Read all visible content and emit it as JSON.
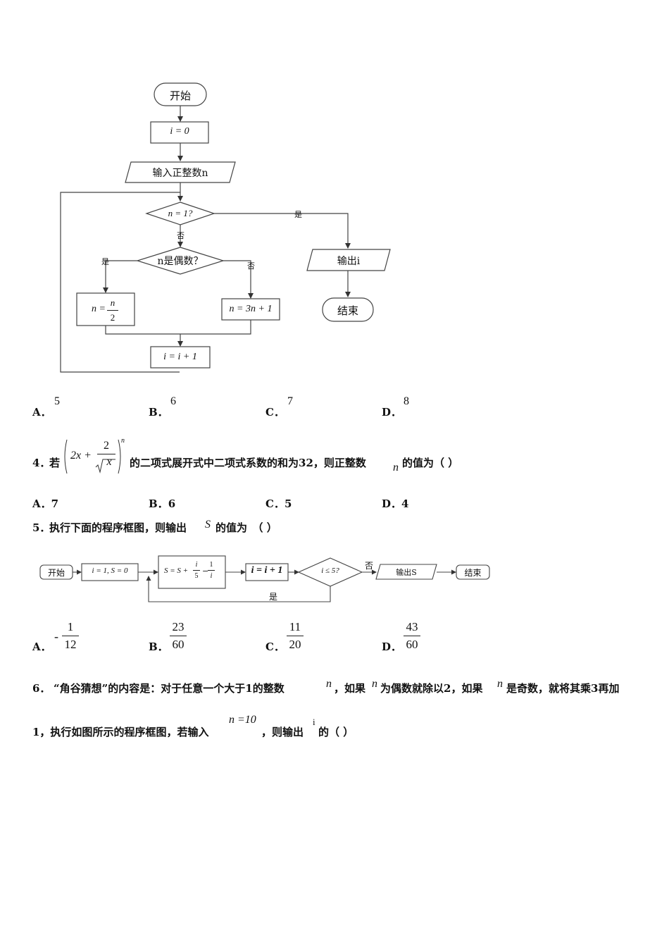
{
  "flow1": {
    "start": "开始",
    "init": "i = 0",
    "input": "输入正整数n",
    "cond1": "n = 1?",
    "yes": "是",
    "no": "否",
    "cond2": "n是偶数？",
    "even": "n = n/2",
    "even_num": "n",
    "even_den": "2",
    "even_lhs": "n =",
    "odd": "n = 3n + 1",
    "inc": "i = i + 1",
    "output": "输出i",
    "end": "结束"
  },
  "q3_options": [
    {
      "letter": "A．",
      "value": "5"
    },
    {
      "letter": "B．",
      "value": "6"
    },
    {
      "letter": "C．",
      "value": "7"
    },
    {
      "letter": "D．",
      "value": "8"
    }
  ],
  "q4": {
    "num": "4．",
    "pre": "若",
    "expr_left": "2x +",
    "expr_num": "2",
    "expr_den": "x",
    "exp": "n",
    "post": "的二项式展开式中二项式系数的和为32，则正整数",
    "var": "n",
    "tail": "的值为（    ）",
    "options": [
      {
        "letter": "A．",
        "value": "7"
      },
      {
        "letter": "B．",
        "value": "6"
      },
      {
        "letter": "C．",
        "value": "5"
      },
      {
        "letter": "D．",
        "value": "4"
      }
    ]
  },
  "q5": {
    "num": "5．",
    "text_a": "执行下面的程序框图，则输出",
    "var": "S",
    "text_b": "的值为　（    ）",
    "flow": {
      "start": "开始",
      "init": "i = 1, S = 0",
      "update_lhs": "S = S +",
      "update_n1": "i",
      "update_d1": "5",
      "update_n2": "1",
      "update_d2": "i",
      "inc": "i = i + 1",
      "cond": "i ≤ 5?",
      "no": "否",
      "yes": "是",
      "output": "输出S",
      "end": "结束"
    },
    "options": [
      {
        "letter": "A．",
        "sign": "-",
        "num": "1",
        "den": "12"
      },
      {
        "letter": "B．",
        "sign": "",
        "num": "23",
        "den": "60"
      },
      {
        "letter": "C．",
        "sign": "",
        "num": "11",
        "den": "20"
      },
      {
        "letter": "D．",
        "sign": "",
        "num": "43",
        "den": "60"
      }
    ]
  },
  "q6": {
    "num": "6．",
    "line1_a": "“角谷猜想”的内容是：对于任意一个大于1的整数",
    "n1": "n",
    "line1_b": "，如果",
    "n2": "n",
    "line1_c": "为偶数就除以2，如果",
    "n3": "n",
    "line1_d": "是奇数，就将其乘3再加",
    "line2_a": "1，执行如图所示的程序框图，若输入",
    "input_expr": "n =10",
    "line2_b": "，则输出",
    "i_var": "i",
    "line2_c": "的（    ）"
  }
}
